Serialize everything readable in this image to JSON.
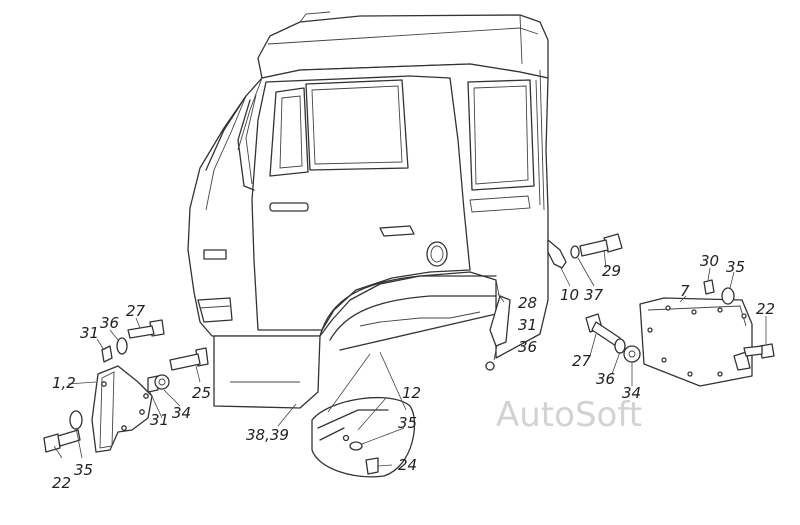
{
  "watermark": "AutoSoft",
  "callouts": {
    "c1_2": "1,2",
    "c7": "7",
    "c10": "10",
    "c12": "12",
    "c22_left": "22",
    "c22_right": "22",
    "c24": "24",
    "c25": "25",
    "c27_left": "27",
    "c27_right": "27",
    "c28": "28",
    "c29": "29",
    "c30": "30",
    "c31_a": "31",
    "c31_b": "31",
    "c31_c": "31",
    "c34_left": "34",
    "c34_right": "34",
    "c35_left": "35",
    "c35_detail": "35",
    "c35_right": "35",
    "c36_left": "36",
    "c36_mid": "36",
    "c36_right": "36",
    "c37": "37",
    "c38_39": "38,39"
  }
}
